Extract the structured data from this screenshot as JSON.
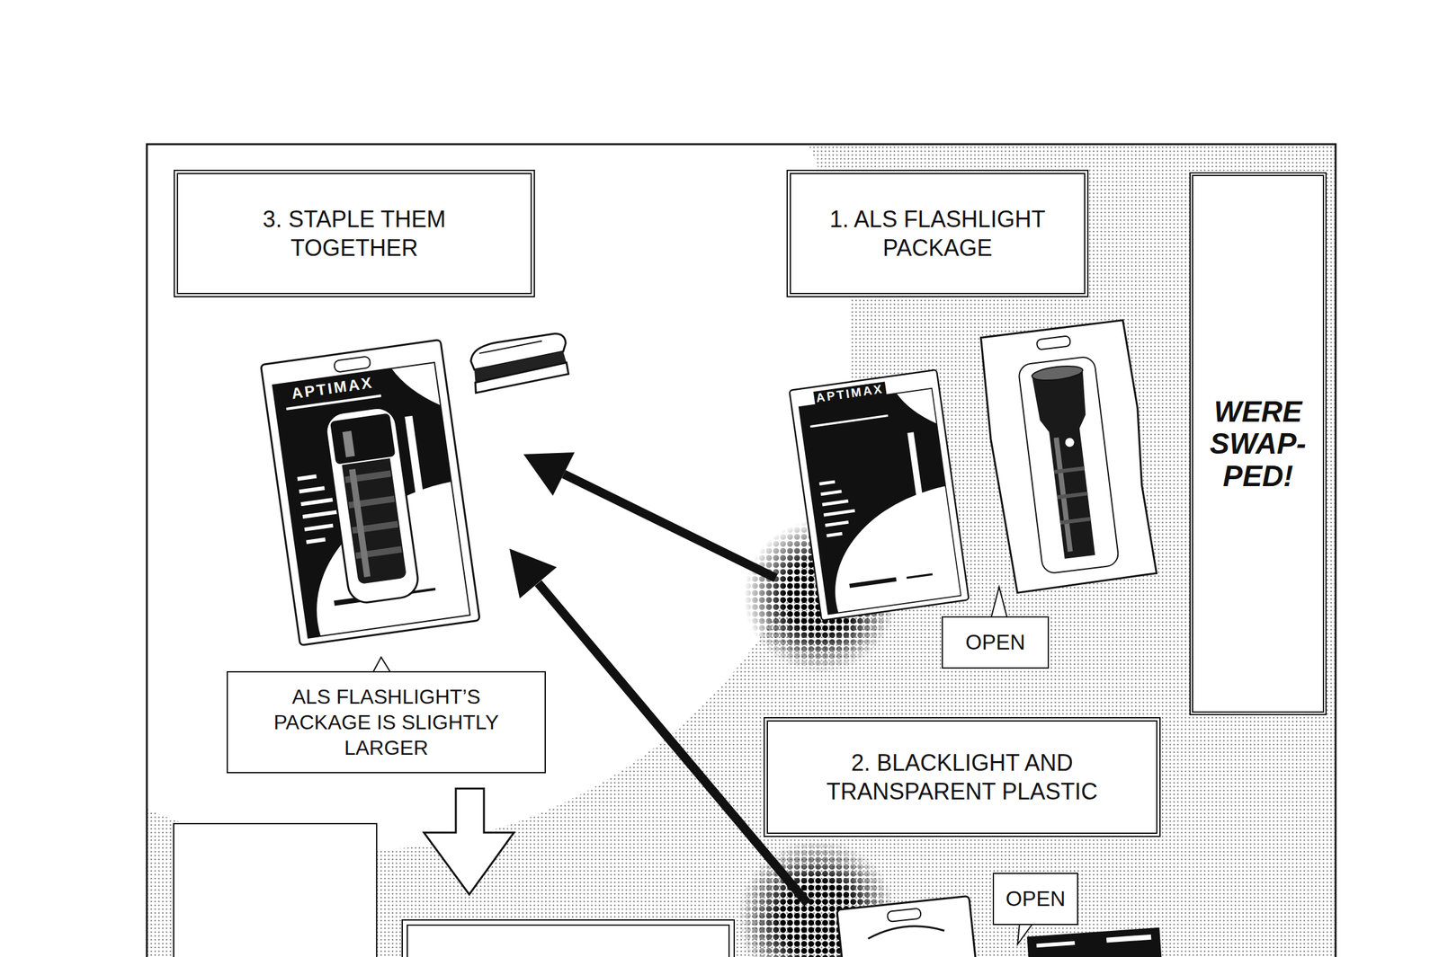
{
  "diagram": {
    "nodes": [
      {
        "text": [
          "3. STAPLE THEM TOGETHER"
        ]
      },
      {
        "text": [
          "1. ALS FLASHLIGHT PACKAGE"
        ]
      },
      {
        "text": [
          "WERE SWAP- PED!"
        ]
      },
      {
        "text": [
          "ALS FLASHLIGHT’S PACKAGE IS SLIGHTLY LARGER"
        ]
      },
      {
        "text": [
          "OPEN"
        ]
      },
      {
        "text": [
          "2. BLACKLIGHT AND TRANSPARENT PLASTIC"
        ]
      },
      {
        "text": [
          "OPEN"
        ]
      }
    ],
    "labels": [
      "APTIMAX",
      "APTIMAX"
    ]
  }
}
